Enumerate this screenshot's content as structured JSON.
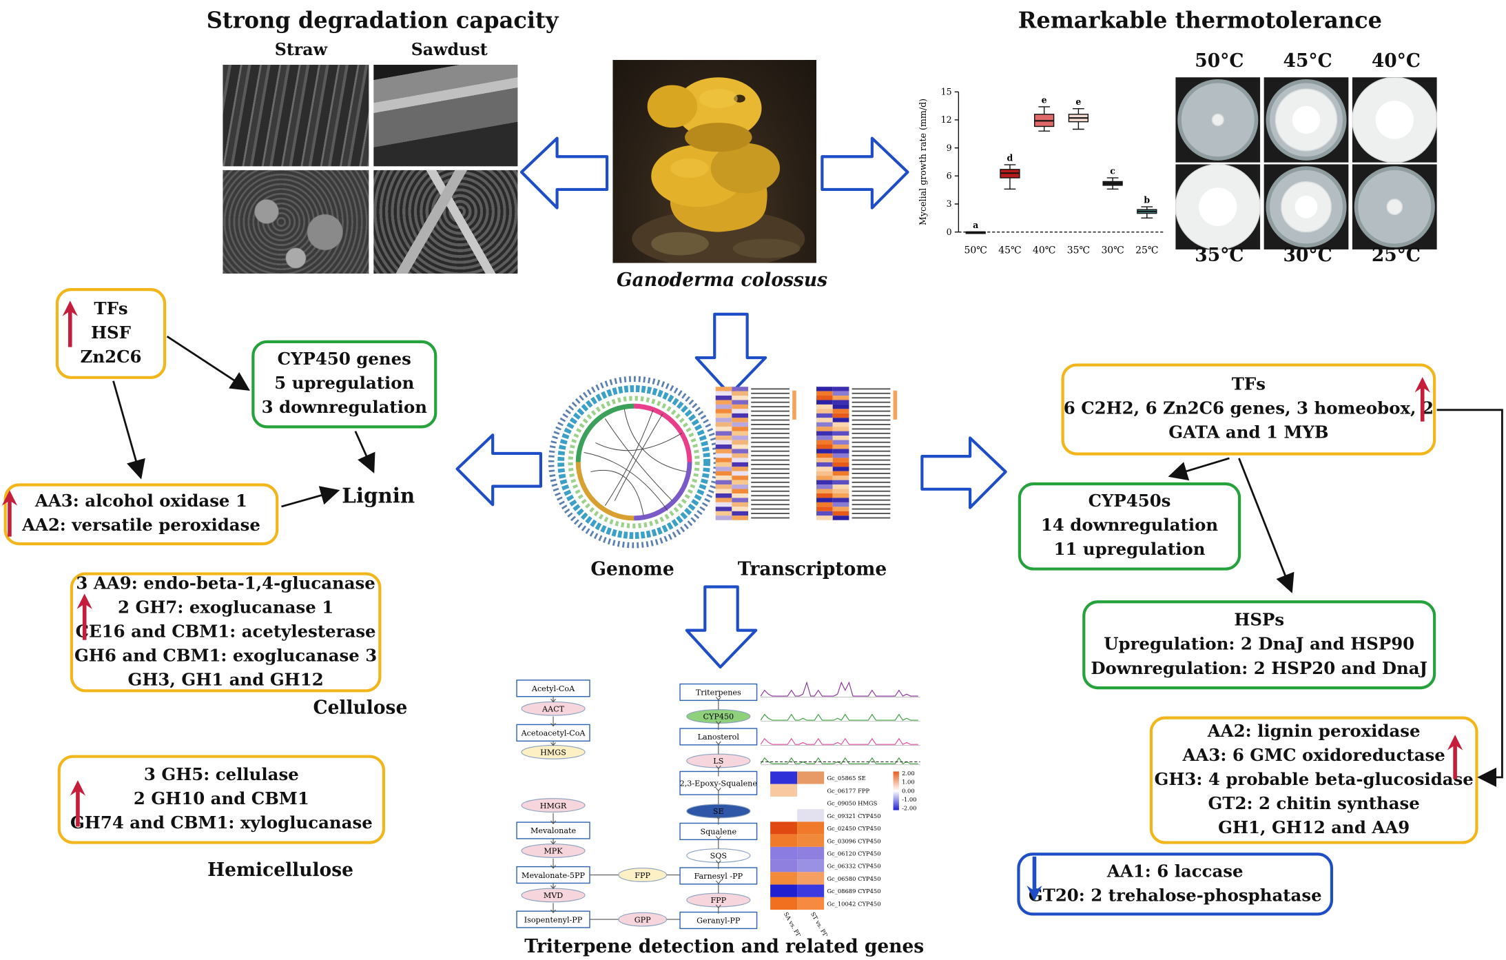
{
  "degradation": {
    "title": "Strong degradation capacity",
    "straw_label": "Straw",
    "sawdust_label": "Sawdust"
  },
  "center": {
    "species_label": "Ganoderma colossus"
  },
  "thermotolerance": {
    "title": "Remarkable thermotolerance",
    "plate_labels_top": [
      "50°C",
      "45°C",
      "40°C"
    ],
    "plate_labels_bottom": [
      "35°C",
      "30°C",
      "25°C"
    ]
  },
  "omics": {
    "genome_label": "Genome",
    "transcriptome_label": "Transcriptome"
  },
  "left_boxes": {
    "tfs": [
      "TFs",
      "HSF",
      "Zn2C6"
    ],
    "cyp450": [
      "CYP450 genes",
      "5 upregulation",
      "3 downregulation"
    ],
    "lignin_enzymes": [
      "AA3: alcohol oxidase 1",
      "AA2: versatile peroxidase"
    ],
    "lignin_label": "Lignin",
    "cellulose_enzymes": [
      "3 AA9: endo-beta-1,4-glucanase",
      "2 GH7:  exoglucanase 1",
      "CE16 and CBM1: acetylesterase",
      "GH6 and CBM1: exoglucanase 3",
      "GH3, GH1 and GH12"
    ],
    "cellulose_label": "Cellulose",
    "hemicellulose_enzymes": [
      "3 GH5: cellulase",
      "2 GH10 and CBM1",
      "GH74 and CBM1: xyloglucanase"
    ],
    "hemicellulose_label": "Hemicellulose"
  },
  "right_boxes": {
    "tfs": [
      "TFs",
      "6 C2H2, 6 Zn2C6 genes, 3 homeobox, 2",
      "GATA and 1 MYB"
    ],
    "cyp450s": [
      "CYP450s",
      "14 downregulation",
      "11 upregulation"
    ],
    "hsps": [
      "HSPs",
      "Upregulation: 2 DnaJ and HSP90",
      "Downregulation: 2 HSP20 and DnaJ"
    ],
    "up_enzymes": [
      "AA2: lignin peroxidase",
      "AA3: 6 GMC oxidoreductase",
      "GH3: 4 probable beta-glucosidase",
      "GT2: 2 chitin synthase",
      "GH1, GH12 and AA9"
    ],
    "down_enzymes": [
      "AA1: 6 laccase",
      "GT20: 2 trehalose-phosphatase"
    ]
  },
  "triterpene": {
    "caption": "Triterpene detection and related genes",
    "left_pathway": [
      "Acetyl-CoA",
      "AACT",
      "Acetoacetyl-CoA",
      "HMGS",
      "HMGR",
      "Mevalonate",
      "MPK",
      "Mevalonate-5PP",
      "MVD",
      "Isopentenyl-PP"
    ],
    "right_pathway": [
      "Triterpenes",
      "CYP450",
      "Lanosterol",
      "LS",
      "2,3-Epoxy-Squalene",
      "SE",
      "Squalene",
      "SQS",
      "Farnesyl -PP",
      "FPP",
      "Geranyl-PP"
    ],
    "connector_enzymes": [
      "FPP",
      "GPP"
    ],
    "heatmap_genes": [
      "Gc_05865 SE",
      "Gc_06177 FPP",
      "Gc_09050 HMGS",
      "Gc_09321 CYP450",
      "Gc_02450 CYP450",
      "Gc_03096 CYP450",
      "Gc_06120 CYP450",
      "Gc_06332 CYP450",
      "Gc_06580 CYP450",
      "Gc_08689 CYP450",
      "Gc_10042 CYP450"
    ],
    "heatmap_cols": [
      "SA vs. PDA",
      "ST vs. PDA"
    ],
    "legend_values": [
      "2.00",
      "1.00",
      "0.00",
      "-1.00",
      "-2.00"
    ]
  },
  "growth_chart": {
    "chart_data": {
      "type": "box",
      "title": "",
      "ylabel": "Mycelial growth rate (mm/d)",
      "ylim": [
        0,
        15
      ],
      "yticks": [
        0,
        3,
        6,
        9,
        12,
        15
      ],
      "categories": [
        "50℃",
        "45℃",
        "40℃",
        "35℃",
        "30℃",
        "25℃"
      ],
      "medians": [
        0,
        6.3,
        11.9,
        12.2,
        5.2,
        2.2
      ],
      "q1": [
        0,
        5.8,
        11.3,
        11.8,
        5.0,
        2.0
      ],
      "q3": [
        0,
        6.7,
        12.6,
        12.6,
        5.4,
        2.4
      ],
      "whisker_low": [
        0,
        4.6,
        10.8,
        11.0,
        4.6,
        1.5
      ],
      "whisker_high": [
        0,
        7.2,
        13.4,
        13.2,
        5.8,
        2.7
      ],
      "letters": [
        "a",
        "d",
        "e",
        "e",
        "c",
        "b"
      ],
      "colors": [
        "#222222",
        "#b81c1c",
        "#e06a6a",
        "#f4dcd4",
        "#222222",
        "#4f9a9a"
      ]
    }
  }
}
